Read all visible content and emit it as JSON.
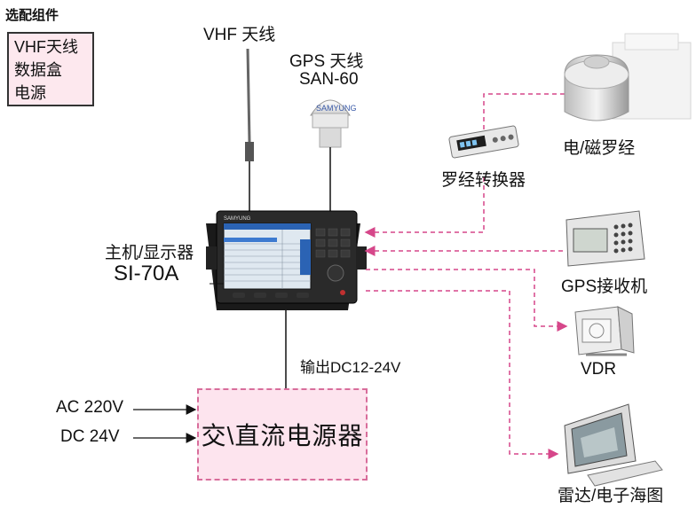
{
  "optional": {
    "title": "选配组件",
    "items": [
      "VHF天线",
      "数据盒",
      "电源"
    ]
  },
  "antennas": {
    "vhf_label": "VHF 天线",
    "gps_label_line1": "GPS 天线",
    "gps_label_line2": "SAN-60"
  },
  "main_unit": {
    "label_line1": "主机/显示器",
    "label_line2": "SI-70A"
  },
  "output_label": "输出DC12-24V",
  "power": {
    "ac_input": "AC 220V",
    "dc_input": "DC 24V",
    "psu_label": "交\\直流电源器"
  },
  "devices": {
    "compass": "电/磁罗经",
    "converter": "罗经转换器",
    "gps_receiver": "GPS接收机",
    "vdr": "VDR",
    "radar": "雷达/电子海图"
  },
  "colors": {
    "link_dashed": "#d6478a",
    "psu_fill": "#fde4ee",
    "optional_fill": "#fde8ee"
  }
}
